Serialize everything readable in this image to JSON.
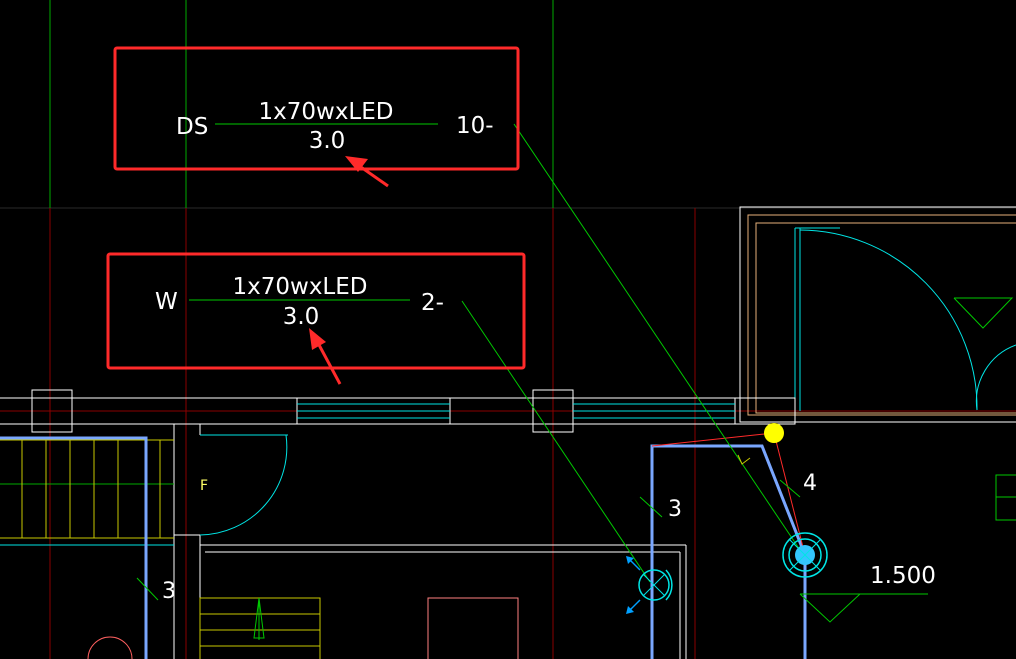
{
  "labels": {
    "ds_prefix": "DS",
    "ds_lamp": "1x70wxLED",
    "ds_height": "3.0",
    "ds_count": "10-",
    "w_prefix": "W",
    "w_lamp": "1x70wxLED",
    "w_height": "3.0",
    "w_count": "2-",
    "tag_3a": "3",
    "tag_3b": "3",
    "tag_4": "4",
    "elev": "1.500",
    "small_mark": "F"
  },
  "colors": {
    "background": "#000000",
    "highlight": "#ff2a2a",
    "leader": "#00c800",
    "wall": "#ffffff",
    "window": "#00e5e5",
    "wire": "#7aa7ff",
    "axis": "#b00000",
    "grip": "#ffff00",
    "fixture": "#33c6ff"
  }
}
